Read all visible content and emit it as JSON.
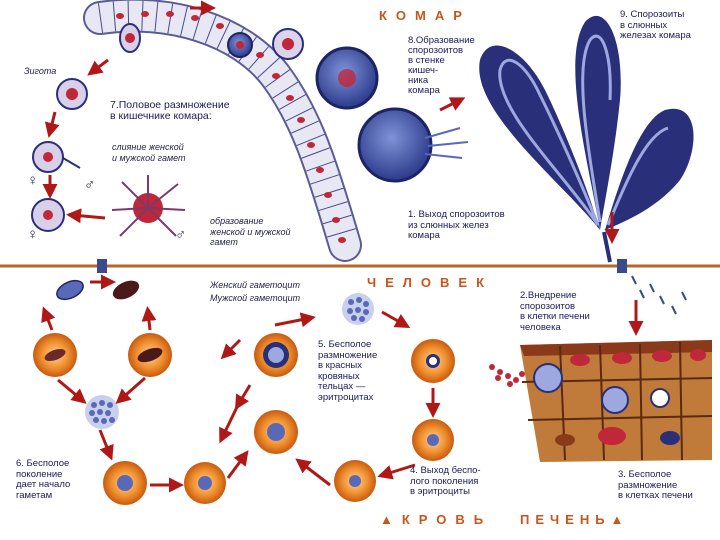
{
  "headers": {
    "mosquito": "КОМАР",
    "human": "ЧЕЛОВЕК",
    "blood": "▲КРОВЬ",
    "liver": "ПЕЧЕНЬ▲"
  },
  "labels": {
    "zygote": "Зигота",
    "stage7": "7.Половое размножение\nв кишечнике комара:",
    "gamete_fusion": "слияние женской\nи мужской гамет",
    "gamete_formation": "образование\nженской и мужской\nгамет",
    "stage8": "8.Образование\nспорозоитов\nв стенке\nкишеч-\nника\nкомара",
    "stage9": "9. Спорозоиты\nв слюнных\nжелезах комара",
    "stage1": "1. Выход спорозоитов\nиз слюнных желез\nкомара",
    "stage2": "2.Внедрение\nспорозоитов\nв клетки печени\nчеловека",
    "stage3": "3. Бесполое\nразмножение\nв клетках печени",
    "stage4": "4. Выход беспо-\nлого поколения\nв эритроциты",
    "stage5": "5. Бесполое\nразмножение\nв красных\nкровяных\nтельцах —\nэритроцитах",
    "stage6": "6. Бесполое\nпоколение\nдает начало\nгаметам",
    "female_gametocyte": "Женский гаметоцит",
    "male_gametocyte": "Мужской гаметоцит",
    "female_symbol": "♀",
    "male_symbol": "♂"
  },
  "colors": {
    "header_orange": "#c8561c",
    "divider": "#b8652a",
    "arrow_red": "#b01818",
    "cell_orange": "#e08030",
    "cell_blue": "#3a4fa0",
    "wall_red": "#c0283a",
    "liver_brown": "#8a3a1a",
    "gland_navy": "#2a2f7a"
  }
}
